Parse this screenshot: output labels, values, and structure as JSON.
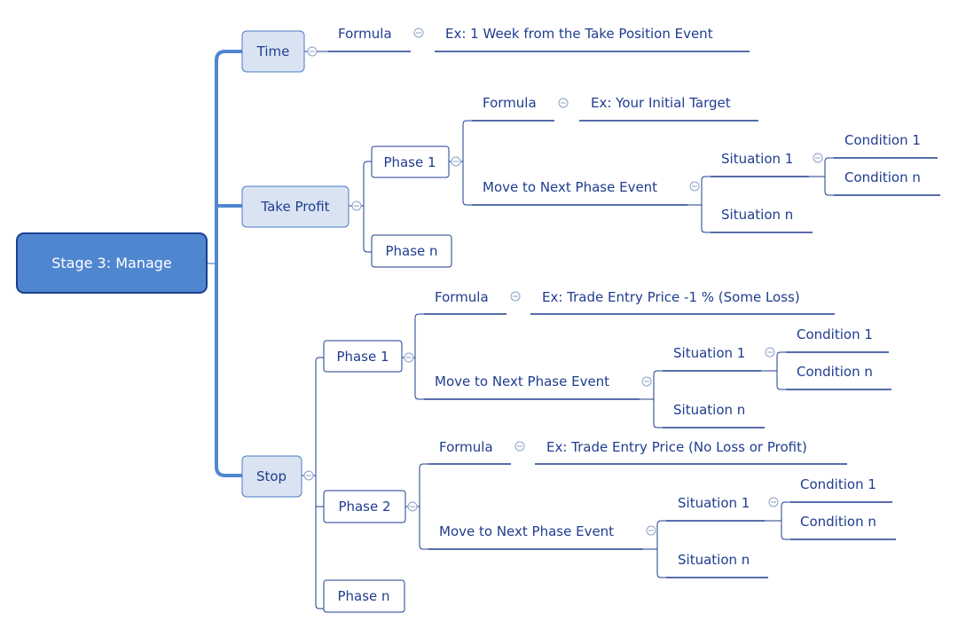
{
  "root": {
    "label": "Stage 3:  Manage"
  },
  "time": {
    "label": "Time",
    "formula": "Formula",
    "formula_value": "Ex: 1 Week from the Take Position Event"
  },
  "take_profit": {
    "label": "Take Profit",
    "phase1": {
      "label": "Phase 1",
      "formula": "Formula",
      "formula_value": "Ex: Your Initial Target",
      "move_event": "Move to Next Phase Event",
      "situation1": "Situation 1",
      "condition1": "Condition 1",
      "condition_n": "Condition n",
      "situation_n": "Situation n"
    },
    "phase_n": {
      "label": "Phase n"
    }
  },
  "stop": {
    "label": "Stop",
    "phase1": {
      "label": "Phase 1",
      "formula": "Formula",
      "formula_value": "Ex: Trade Entry Price -1 %  (Some Loss)",
      "move_event": "Move to Next Phase Event",
      "situation1": "Situation 1",
      "condition1": "Condition 1",
      "condition_n": "Condition n",
      "situation_n": "Situation n"
    },
    "phase2": {
      "label": "Phase 2",
      "formula": "Formula",
      "formula_value": "Ex: Trade Entry Price (No Loss or Profit)",
      "move_event": "Move to Next Phase Event",
      "situation1": "Situation 1",
      "condition1": "Condition 1",
      "condition_n": "Condition n",
      "situation_n": "Situation n"
    },
    "phase_n": {
      "label": "Phase n"
    }
  },
  "colors": {
    "root_fill": "#4f86d0",
    "root_border": "#1c3f8e",
    "main_box_fill": "#d9e3f2",
    "text": "#1f3d8f"
  },
  "icons": {
    "collapse": "collapse-toggle-icon"
  }
}
